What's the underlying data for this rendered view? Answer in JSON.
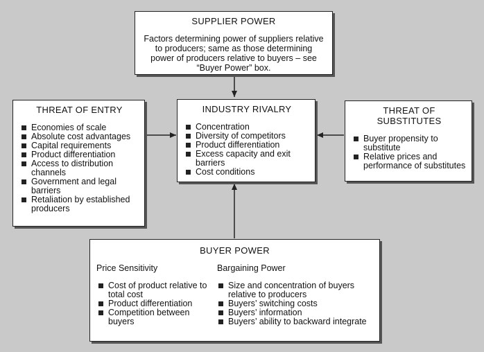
{
  "supplier": {
    "title": "SUPPLIER POWER",
    "text": "Factors determining power of suppliers relative to producers; same as those determining power of producers relative to buyers – see “Buyer Power” box."
  },
  "entry": {
    "title": "THREAT OF ENTRY",
    "items": [
      "Economies of scale",
      "Absolute cost advantages",
      "Capital requirements",
      "Product differentiation",
      "Access to distribution channels",
      "Government and legal barriers",
      "Retaliation by established producers"
    ]
  },
  "rivalry": {
    "title": "INDUSTRY RIVALRY",
    "items": [
      "Concentration",
      "Diversity of competitors",
      "Product differentiation",
      "Excess capacity and exit barriers",
      "Cost conditions"
    ]
  },
  "substitutes": {
    "title": "THREAT OF SUBSTITUTES",
    "items": [
      "Buyer propensity to substitute",
      "Relative prices and performance of substitutes"
    ]
  },
  "buyer": {
    "title": "BUYER POWER",
    "price_heading": "Price Sensitivity",
    "price_items": [
      "Cost of product relative to total cost",
      "Product differentiation",
      "Competition between buyers"
    ],
    "bargain_heading": "Bargaining Power",
    "bargain_items": [
      "Size and concentration of buyers relative to producers",
      "Buyers’ switching costs",
      "Buyers’ information",
      "Buyers’ ability to backward integrate"
    ]
  },
  "colors": {
    "background": "#c9c9c9",
    "box": "#ffffff",
    "ink": "#111111"
  }
}
